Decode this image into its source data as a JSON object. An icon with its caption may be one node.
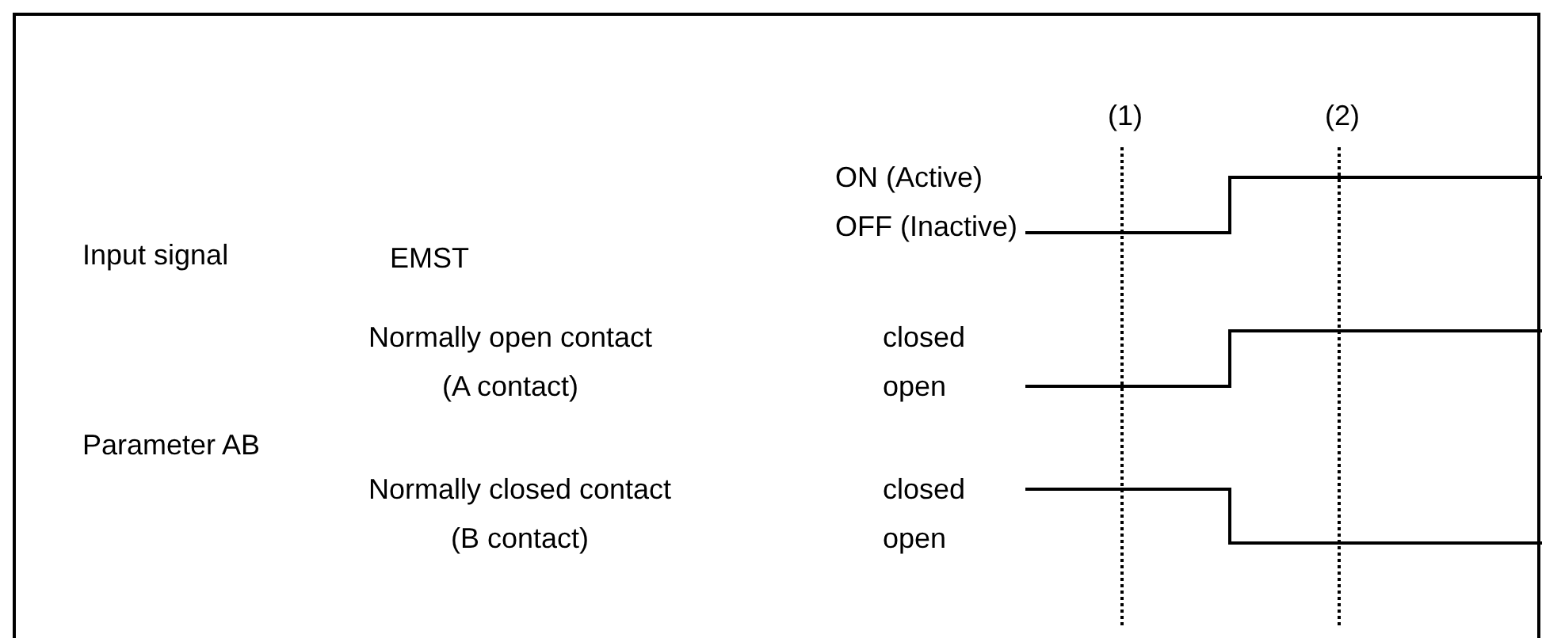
{
  "diagram": {
    "labels": [
      "(1)",
      "(2)",
      "Input signal",
      "EMST",
      "ON (Active)",
      "OFF (Inactive)",
      "Normally open contact (A contact)",
      "closed",
      "open",
      "Parameter AB",
      "Normally closed contact (B contact)",
      "closed",
      "open"
    ]
  }
}
